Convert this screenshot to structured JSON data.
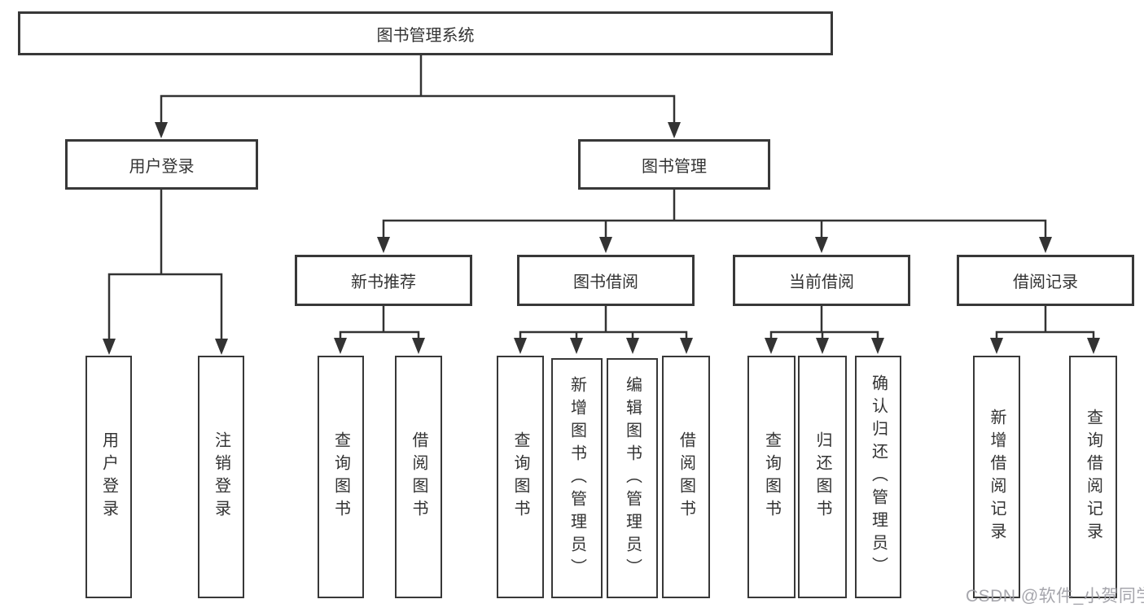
{
  "title": "图书管理系统",
  "colors": {
    "line": "#333333",
    "box_border": "#383838",
    "text": "#333333",
    "background": "#ffffff",
    "watermark": "#9e9ea5"
  },
  "watermark": {
    "text": "CSDN @软件_小贺同学"
  },
  "nodes": {
    "root": {
      "label": "图书管理系统"
    },
    "level2": [
      {
        "id": "user-login",
        "label": "用户登录"
      },
      {
        "id": "book-management",
        "label": "图书管理"
      }
    ],
    "level3": [
      {
        "id": "new-book-recommend",
        "parent": "book-management",
        "label": "新书推荐"
      },
      {
        "id": "book-borrow",
        "parent": "book-management",
        "label": "图书借阅"
      },
      {
        "id": "current-borrow",
        "parent": "book-management",
        "label": "当前借阅"
      },
      {
        "id": "borrow-records",
        "parent": "book-management",
        "label": "借阅记录"
      }
    ],
    "leaves": [
      {
        "id": "leaf-user-login",
        "parent": "user-login",
        "label": "用户登录"
      },
      {
        "id": "leaf-logout",
        "parent": "user-login",
        "label": "注销登录"
      },
      {
        "id": "leaf-query-book-recommend",
        "parent": "new-book-recommend",
        "label": "查询图书"
      },
      {
        "id": "leaf-borrow-book-recommend",
        "parent": "new-book-recommend",
        "label": "借阅图书"
      },
      {
        "id": "leaf-query-book-borrow",
        "parent": "book-borrow",
        "label": "查询图书"
      },
      {
        "id": "leaf-add-book-admin",
        "parent": "book-borrow",
        "label": "新增图书（管理员）"
      },
      {
        "id": "leaf-edit-book-admin",
        "parent": "book-borrow",
        "label": "编辑图书（管理员）"
      },
      {
        "id": "leaf-borrow-book",
        "parent": "book-borrow",
        "label": "借阅图书"
      },
      {
        "id": "leaf-query-book-current",
        "parent": "current-borrow",
        "label": "查询图书"
      },
      {
        "id": "leaf-return-book",
        "parent": "current-borrow",
        "label": "归还图书"
      },
      {
        "id": "leaf-confirm-return-admin",
        "parent": "current-borrow",
        "label": "确认归还（管理员）"
      },
      {
        "id": "leaf-add-borrow-record",
        "parent": "borrow-records",
        "label": "新增借阅记录"
      },
      {
        "id": "leaf-query-borrow-record",
        "parent": "borrow-records",
        "label": "查询借阅记录"
      }
    ]
  }
}
